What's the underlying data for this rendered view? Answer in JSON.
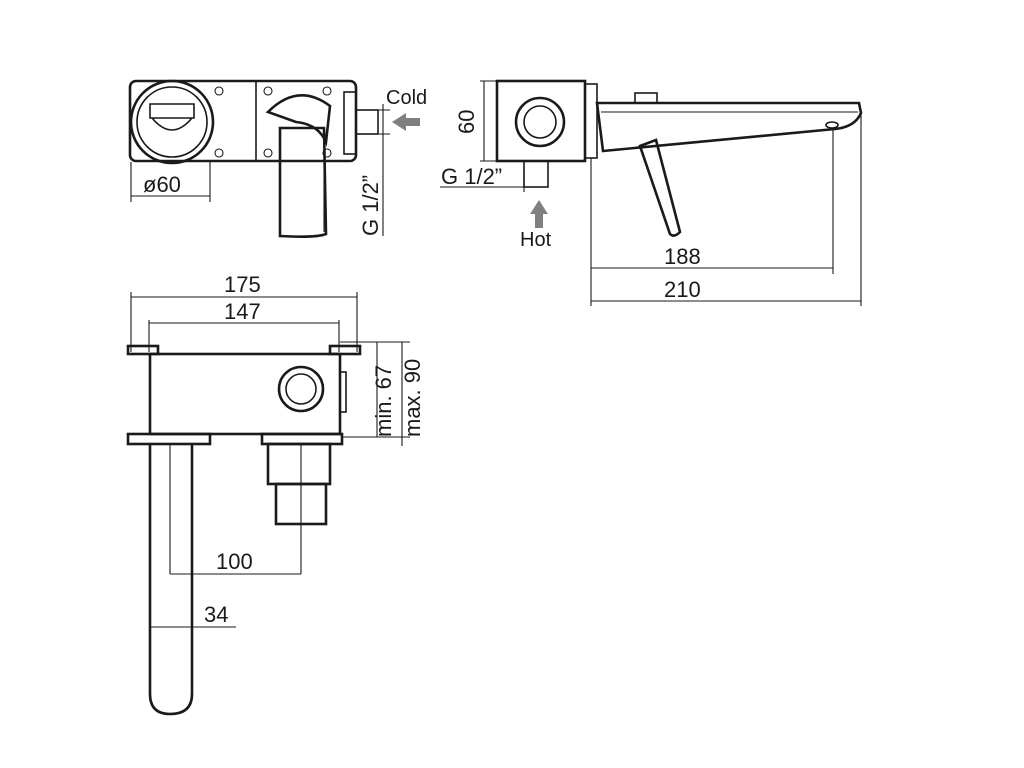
{
  "labels": {
    "cold": "Cold",
    "hot": "Hot",
    "dia_60": "ø60",
    "thread_top": "G 1/2”",
    "thread_side": "G 1/2”",
    "height_60": "60",
    "spout_188": "188",
    "spout_210": "210",
    "width_175": "175",
    "width_147": "147",
    "depth_min": "min. 67",
    "depth_max": "max. 90",
    "offset_100": "100",
    "dia_34": "34"
  },
  "colors": {
    "line": "#1a1a1a",
    "arrow": "#808080",
    "background": "#ffffff"
  }
}
